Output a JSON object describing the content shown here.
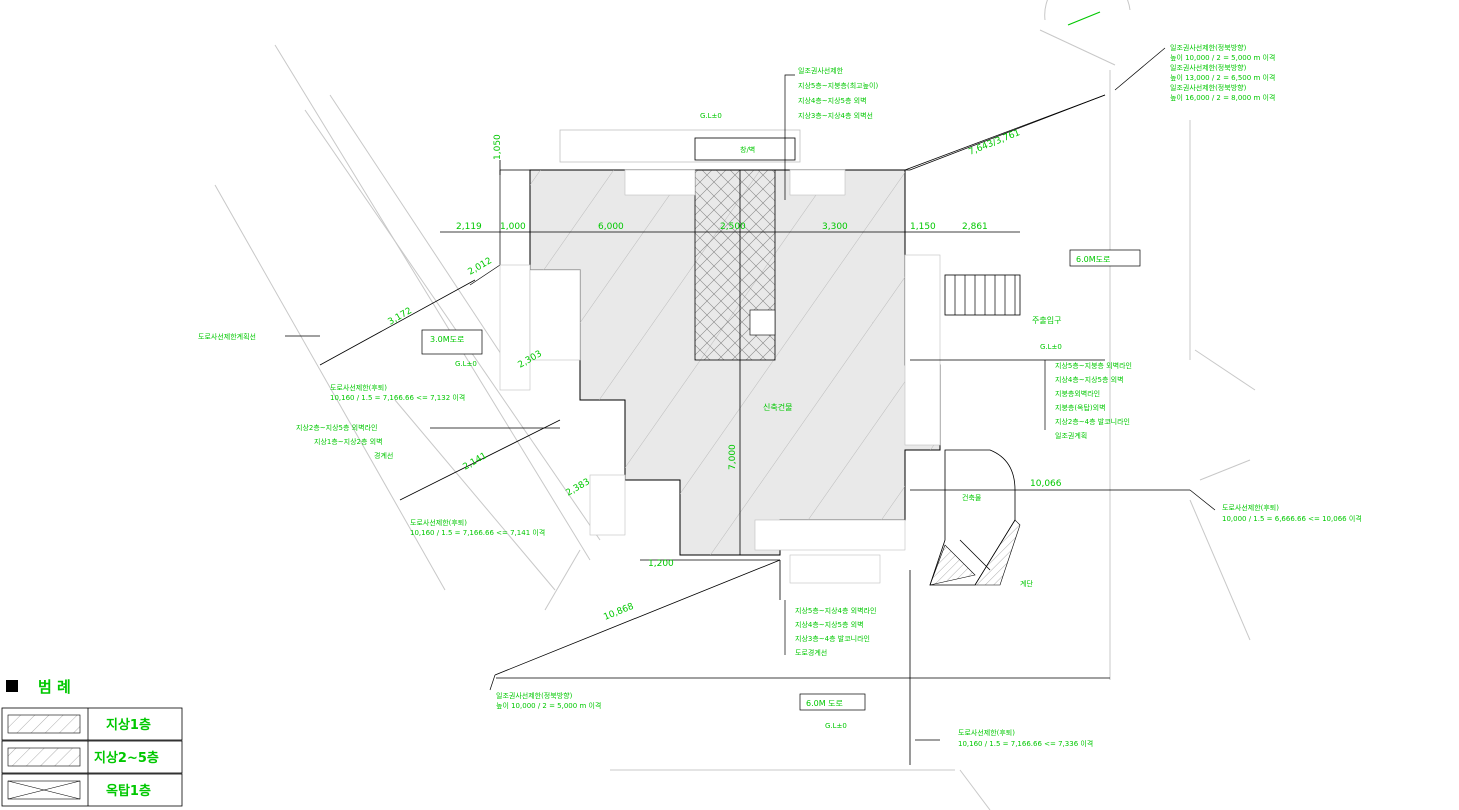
{
  "colors": {
    "label": "#00c800",
    "line": "#000000",
    "fill": "#e6e6e6",
    "guide": "#c8c8c8"
  },
  "legend": {
    "title": "범 례",
    "items": [
      "지상1층",
      "지상2~5층",
      "옥탑1층"
    ]
  },
  "labels": {
    "center": "신축건물",
    "road_top": "6.0M도로",
    "road_bottom": "6.0M 도로",
    "road_left": "3.0M도로",
    "entrance": "주출입구",
    "right_box": "건축물",
    "vent": "창/벽"
  },
  "dimensions": {
    "d2119": "2,119",
    "d1000": "1,000",
    "d6000": "6,000",
    "d2500": "2,500",
    "d3300": "3,300",
    "d1150": "1,150",
    "d2861": "2,861",
    "d1050": "1,050",
    "d7000": "7,000",
    "d10066": "10,066",
    "d10868": "10,868",
    "d2012": "2,012",
    "d3172": "3,172",
    "d2303": "2,303",
    "d2141": "2,141",
    "d2383": "2,383",
    "d1200": "1,200",
    "d7643": "7,643/3,761"
  },
  "notes": {
    "top_center": [
      "일조권사선제한",
      "지상5층~지붕층(최고높이)",
      "지상4층~지상5층 외벽",
      "지상3층~지상4층 외벽선"
    ],
    "top_right": [
      "일조권사선제한(정북방향)",
      "높이 10,000 / 2 = 5,000 m 이격",
      "일조권사선제한(정북방향)",
      "높이 13,000 / 2 = 6,500 m 이격",
      "일조권사선제한(정북방향)",
      "높이 16,000 / 2 = 8,000 m 이격"
    ],
    "left_mid": "도로사선제한계획선",
    "left_note": [
      "도로사선제한(후퇴)",
      "10,160 / 1.5 = 7,166.66 <= 7,132 이격"
    ],
    "left_lower": [
      "지상2층~지상5층 외벽라인",
      "지상1층~지상2층 외벽",
      "경계선"
    ],
    "left_bottom": [
      "도로사선제한(후퇴)",
      "10,160 / 1.5 = 7,166.66 <= 7,141 이격"
    ],
    "right_mid": [
      "지상5층~지붕층 외벽라인",
      "지상4층~지상5층 외벽",
      "지붕층외벽라인",
      "지붕층(옥탑)외벽",
      "지상2층~4층 발코니라인",
      "일조권계획"
    ],
    "right_low": [
      "도로사선제한(후퇴)",
      "10,000 / 1.5 = 6,666.66 <= 10,066 이격"
    ],
    "bottom_center": [
      "지상5층~지상4층 외벽라인",
      "지상4층~지상5층 외벽",
      "지상3층~4층 발코니라인",
      "도로경계선"
    ],
    "bottom_left": [
      "일조권사선제한(정북방향)",
      "높이 10,000 / 2 = 5,000 m 이격"
    ],
    "bottom_right": [
      "도로사선제한(후퇴)",
      "10,160 / 1.5 = 7,166.66 <= 7,336 이격"
    ],
    "stair": "계단"
  },
  "marks": {
    "gl": "G.L±0"
  }
}
